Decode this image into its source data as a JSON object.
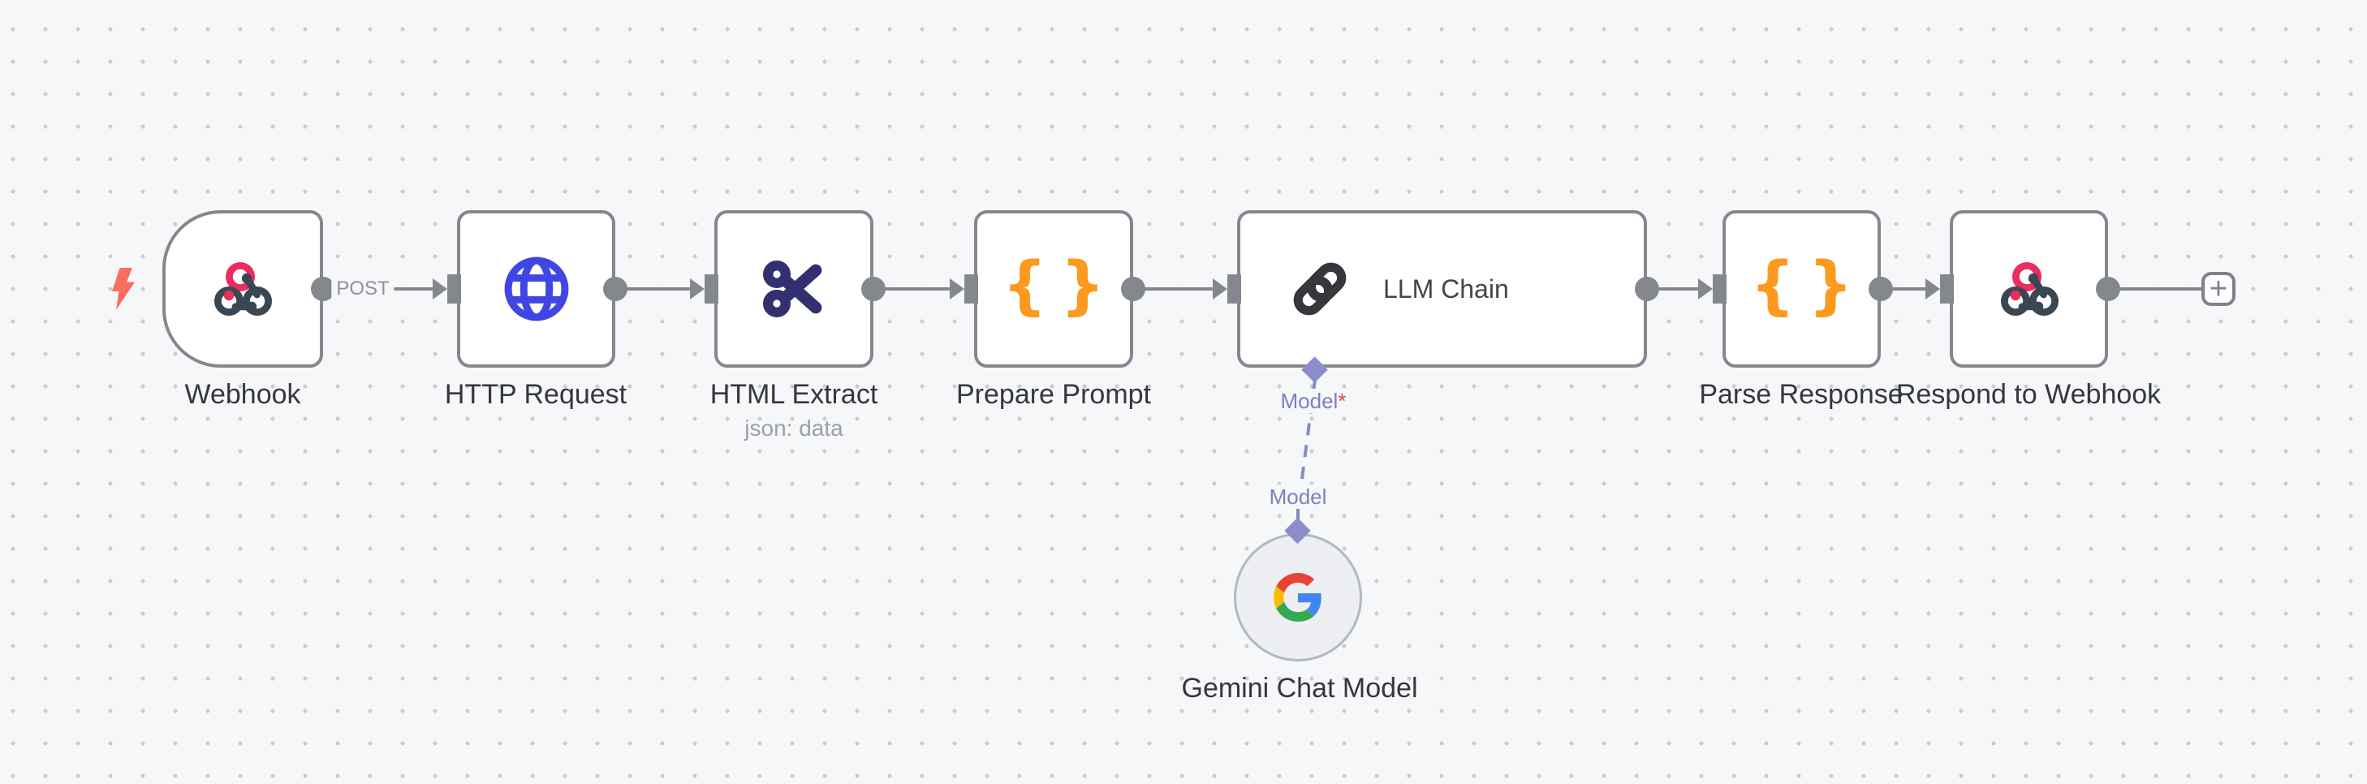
{
  "canvas": {
    "background": "#f6f7f9",
    "grid_dot_color": "#c9ccd2"
  },
  "workflow": {
    "nodes": [
      {
        "id": "webhook",
        "label": "Webhook",
        "type": "trigger",
        "icon": "webhook-icon"
      },
      {
        "id": "http_request",
        "label": "HTTP Request",
        "type": "action",
        "icon": "globe-icon"
      },
      {
        "id": "html_extract",
        "label": "HTML Extract",
        "sublabel": "json: data",
        "type": "action",
        "icon": "scissors-icon"
      },
      {
        "id": "prepare_prompt",
        "label": "Prepare Prompt",
        "type": "action",
        "icon": "code-braces-icon"
      },
      {
        "id": "llm_chain",
        "label": "LLM Chain",
        "type": "chain",
        "icon": "chain-link-icon"
      },
      {
        "id": "parse_response",
        "label": "Parse Response",
        "type": "action",
        "icon": "code-braces-icon"
      },
      {
        "id": "respond_webhook",
        "label": "Respond to Webhook",
        "type": "action",
        "icon": "webhook-icon"
      },
      {
        "id": "gemini_chat_model",
        "label": "Gemini Chat Model",
        "type": "ai-model",
        "icon": "google-g-icon"
      }
    ],
    "connections": [
      {
        "from": "webhook",
        "to": "http_request",
        "label": "POST"
      },
      {
        "from": "http_request",
        "to": "html_extract",
        "label": ""
      },
      {
        "from": "html_extract",
        "to": "prepare_prompt",
        "label": ""
      },
      {
        "from": "prepare_prompt",
        "to": "llm_chain",
        "label": ""
      },
      {
        "from": "llm_chain",
        "to": "parse_response",
        "label": ""
      },
      {
        "from": "parse_response",
        "to": "respond_webhook",
        "label": ""
      },
      {
        "from": "gemini_chat_model",
        "to": "llm_chain",
        "type": "ai-model",
        "style": "dashed"
      }
    ],
    "ai_ports": {
      "llm_chain_model_label": "Model",
      "required_mark": "*",
      "gemini_model_label": "Model"
    }
  },
  "icons": {
    "brace_open": "{",
    "brace_close": "}",
    "plus": "+"
  },
  "colors": {
    "node_border": "#84878d",
    "connector_gray": "#84878d",
    "label_dark": "#34373e",
    "sublabel_gray": "#9aa0a8",
    "trigger_bolt": "#f96e5d",
    "webhook_pink": "#e92d5f",
    "webhook_slate": "#3a4753",
    "http_blue": "#4046e3",
    "scissors_navy": "#32316f",
    "braces_orange": "#fb9a1e",
    "chain_dark": "#35373d",
    "ai_port_purple": "#8b8ecb",
    "required_red": "#e23c43",
    "google_red": "#EA4335",
    "google_blue": "#4285F4",
    "google_yellow": "#FBBC05",
    "google_green": "#34A853"
  }
}
